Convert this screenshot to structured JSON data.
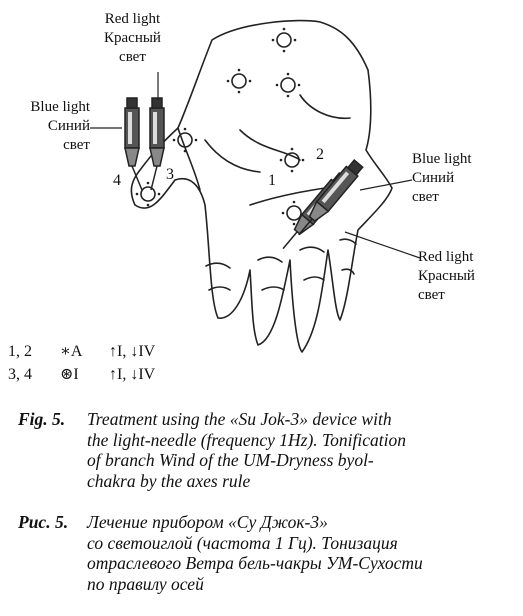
{
  "figure": {
    "labels": {
      "top_red": [
        "Red light",
        "Красный",
        "свет"
      ],
      "left_blue": [
        "Blue light",
        "Синий",
        "свет"
      ],
      "right_blue": [
        "Blue light",
        "Синий",
        "свет"
      ],
      "right_red": [
        "Red light",
        "Красный",
        "свет"
      ]
    },
    "numbers": [
      "1",
      "2",
      "3",
      "4"
    ],
    "legend": [
      {
        "points": "1, 2",
        "symbol": "∗A",
        "arrows": "↑I, ↓IV"
      },
      {
        "points": "3, 4",
        "symbol": "⊛I",
        "arrows": "↑I, ↓IV"
      }
    ]
  },
  "caption_en": {
    "label": "Fig. 5.",
    "lines": [
      "Treatment using the «Su Jok-3» device with",
      "the light-needle (frequency 1Hz). Tonification",
      "of branch Wind of the UM-Dryness byol-",
      "chakra by the axes rule"
    ]
  },
  "caption_ru": {
    "label": "Рис. 5.",
    "lines": [
      "Лечение прибором «Су Джок-3»",
      "со светоиглой (частота 1 Гц). Тонизация",
      "отраслевого Ветра бель-чакры УМ-Сухости",
      "по правилу осей"
    ]
  }
}
